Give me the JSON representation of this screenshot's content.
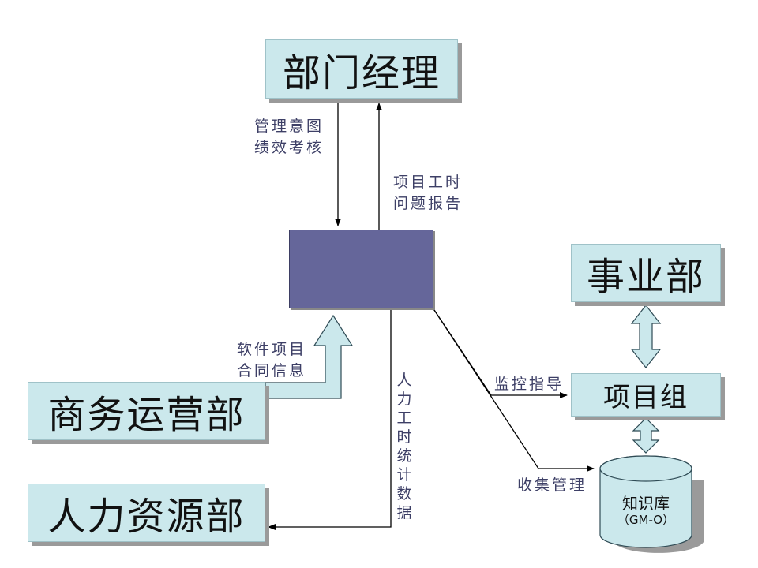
{
  "nodes": {
    "dept_manager": "部门经理",
    "business_unit": "事业部",
    "project_group": "项目组",
    "commerce_ops": "商务运营部",
    "hr": "人力资源部",
    "knowledge_base": "知识库",
    "knowledge_base_code": "（GM-O）"
  },
  "labels": {
    "mgmt_intent": "管理意图",
    "perf_review": "绩效考核",
    "project_hours": "项目工时",
    "issue_report": "问题报告",
    "software_project": "软件项目",
    "contract_info": "合同信息",
    "monitor_guide": "监控指导",
    "collect_manage": "收集管理",
    "hr_stats": [
      "人",
      "力",
      "工",
      "时",
      "统",
      "计",
      "数",
      "据"
    ]
  },
  "colors": {
    "box_fill": "#cbe8ec",
    "center_fill": "#65669a",
    "label_text": "#3d3f66"
  }
}
